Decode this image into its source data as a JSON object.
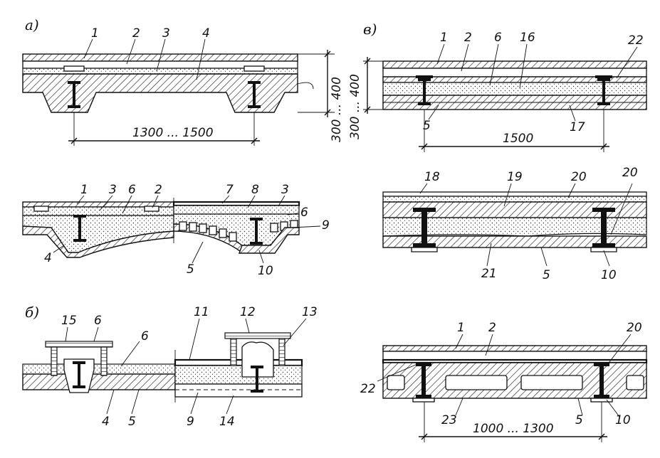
{
  "sections": {
    "a": "а)",
    "b": "б)",
    "v": "в)"
  },
  "dimensions": {
    "a_span": "1300 ... 1500",
    "a_height": "300 ... 400",
    "v_height": "300 ... 400",
    "v_span": "1500",
    "v3_span": "1000 ... 1300"
  },
  "labels": {
    "a1": [
      "1",
      "2",
      "3",
      "4"
    ],
    "a2_top": [
      "1",
      "3",
      "6",
      "2",
      "7",
      "8",
      "3"
    ],
    "a2_side": [
      "6",
      "9"
    ],
    "a2_bottom": [
      "4",
      "5",
      "10"
    ],
    "b": [
      "15",
      "6",
      "6",
      "11",
      "12",
      "13",
      "4",
      "5",
      "9",
      "14"
    ],
    "v1": [
      "1",
      "2",
      "6",
      "16",
      "22",
      "5",
      "17"
    ],
    "v2": [
      "18",
      "19",
      "20",
      "20",
      "21",
      "5",
      "10"
    ],
    "v3": [
      "1",
      "2",
      "20",
      "22",
      "23",
      "5",
      "10"
    ]
  }
}
